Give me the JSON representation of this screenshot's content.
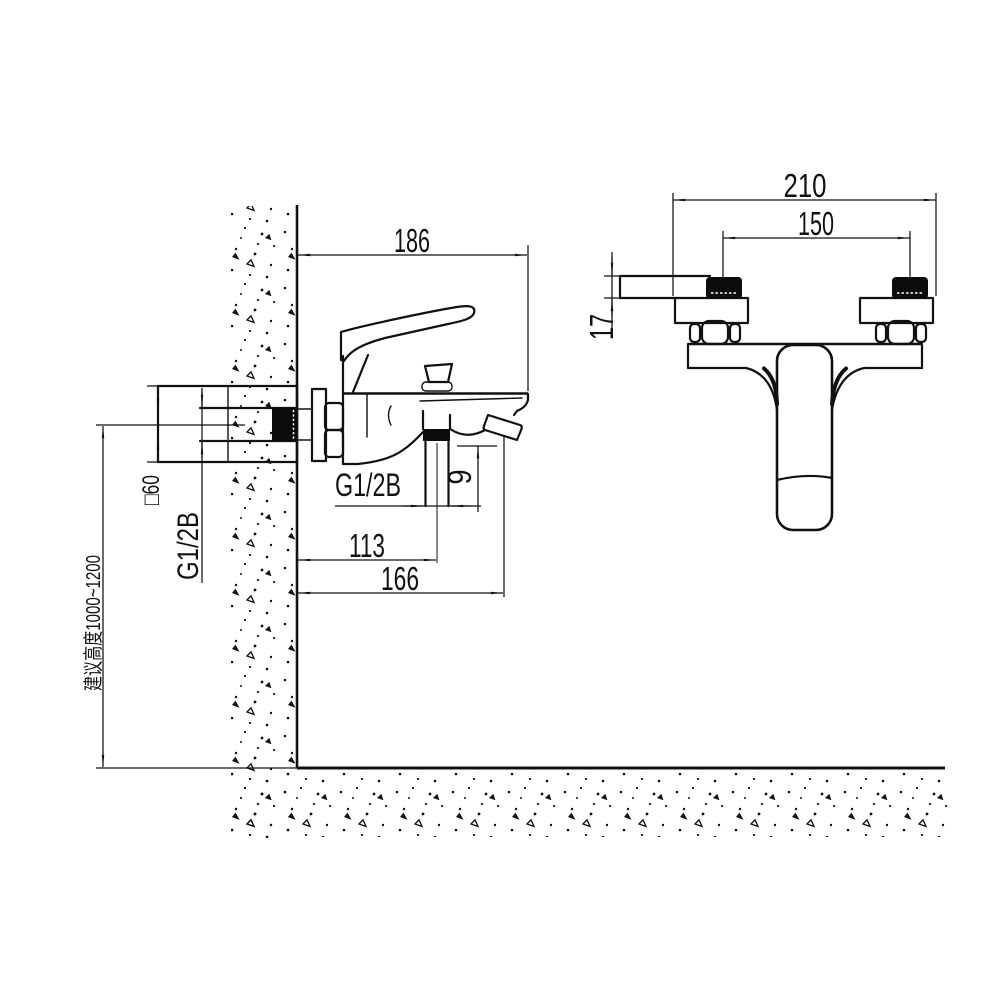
{
  "colors": {
    "background": "#ffffff",
    "ink": "#111111"
  },
  "side_view": {
    "width_to_handle_tip": "186",
    "outlet_thread": "G1/2B",
    "outlet_offset": "9",
    "outlet_center_from_wall": "113",
    "spout_reach": "166",
    "embed_box_size": "□60",
    "supply_thread": "G1/2B",
    "install_height": "建议高度1000~1200"
  },
  "top_view": {
    "overall_width": "210",
    "hole_spacing": "150",
    "wall_plate_thickness": "17"
  }
}
